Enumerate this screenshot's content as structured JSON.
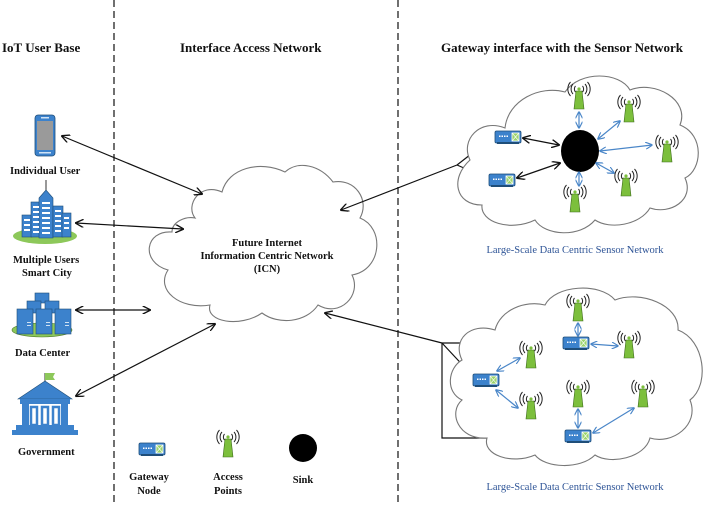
{
  "sections": {
    "user_base": "IoT User Base",
    "access_network": "Interface Access Network",
    "gateway_interface": "Gateway interface with the Sensor Network"
  },
  "users": [
    {
      "icon": "smartphone-icon",
      "label": "Individual User"
    },
    {
      "icon": "city-buildings-icon",
      "label_line1": "Multiple Users",
      "label_line2": "Smart City"
    },
    {
      "icon": "data-center-icon",
      "label": "Data Center"
    },
    {
      "icon": "government-building-icon",
      "label": "Government"
    }
  ],
  "icn_cloud": {
    "line1": "Future Internet",
    "line2": "Information Centric Network",
    "line3": "(ICN)"
  },
  "sensor_networks": [
    {
      "caption": "Large-Scale  Data Centric Sensor Network",
      "topology": "sink-centric"
    },
    {
      "caption": "Large-Scale  Data Centric Sensor Network",
      "topology": "gateway-clusters"
    }
  ],
  "legend": [
    {
      "icon": "gateway-node-icon",
      "line1": "Gateway",
      "line2": "Node"
    },
    {
      "icon": "access-point-icon",
      "line1": "Access",
      "line2": "Points"
    },
    {
      "icon": "sink-icon",
      "line1": "Sink"
    }
  ],
  "colors": {
    "icon_blue": "#3c82cc",
    "access_point_green": "#7cbf3c",
    "link_blue": "#4a86c8",
    "caption_blue": "#2f5597"
  }
}
